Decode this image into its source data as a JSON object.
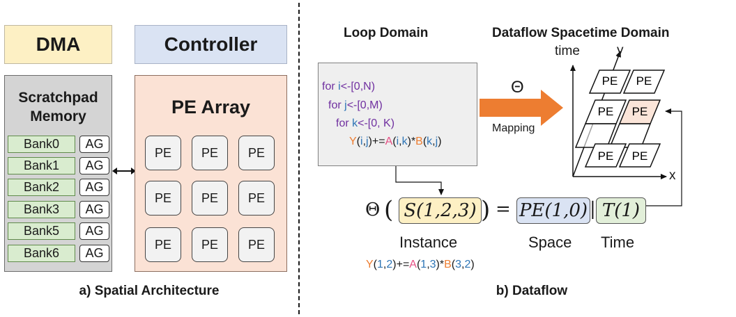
{
  "left": {
    "dma": "DMA",
    "controller": "Controller",
    "scratchpad_title": "Scratchpad\nMemory",
    "banks": [
      "Bank0",
      "Bank1",
      "Bank2",
      "Bank3",
      "Bank5",
      "Bank6"
    ],
    "ag_label": "AG",
    "pe_array_title": "PE Array",
    "pe_label": "PE",
    "caption": "a) Spatial Architecture"
  },
  "right": {
    "loop_domain": "Loop Domain",
    "spacetime_domain": "Dataflow Spacetime Domain",
    "code": {
      "for": "for",
      "l1_var": "i",
      "l1_range": "<-[0,N)",
      "l2_var": "j",
      "l2_range": "<-[0,M)",
      "l3_var": "k",
      "l3_range": "<-[0, K)",
      "Y": "Y",
      "A": "A",
      "B": "B",
      "i": "i",
      "j": "j",
      "k": "k",
      "lp": "(",
      "rp": ")",
      "comma": ",",
      "pluseq": "+=",
      "star": "*"
    },
    "theta": "Θ",
    "mapping": "Mapping",
    "axes": {
      "time": "time",
      "y": "y",
      "x": "x"
    },
    "pe_label": "PE",
    "equation": {
      "theta": "Θ",
      "s": "S(1,2,3)",
      "equals": "=",
      "pe": "PE(1,0)",
      "bar": "|",
      "t": "T(1)"
    },
    "labels": {
      "instance": "Instance",
      "space": "Space",
      "time": "Time"
    },
    "instance_expr": {
      "Y": "Y",
      "A": "A",
      "B": "B",
      "y1": "1",
      "y2": "2",
      "a1": "1",
      "a2": "3",
      "b1": "3",
      "b2": "2",
      "lp": "(",
      "rp": ")",
      "comma": ",",
      "pluseq": "+=",
      "star": "*"
    },
    "caption": "b) Dataflow"
  },
  "colors": {
    "dma_fill": "#fdf0c4",
    "controller_fill": "#dae3f3",
    "scratchpad_fill": "#d4d4d4",
    "bank_fill": "#d9eccf",
    "pe_array_fill": "#fbe2d5",
    "arrow_orange": "#ed7d31",
    "time_fill": "#e2efd9",
    "instance_fill": "#fdf0c4"
  }
}
